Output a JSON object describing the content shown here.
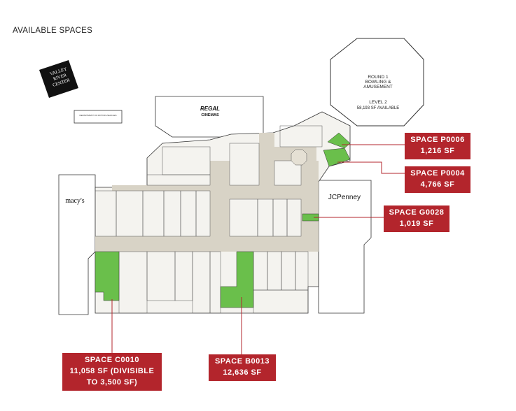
{
  "page": {
    "title": "AVAILABLE SPACES"
  },
  "logo": {
    "line1": "VALLEY",
    "line2": "RIVER",
    "line3": "CENTER"
  },
  "anchors": {
    "macys": "macy's",
    "jcpenney": "JCPenney",
    "regal": "REGAL",
    "regal_sub": "CINEMAS",
    "round1_line1": "ROUND 1",
    "round1_line2": "BOWLING &",
    "round1_line3": "AMUSEMENT",
    "round1_level": "LEVEL 2",
    "round1_sf": "58,193 SF AVAILABLE",
    "dmv": "DEPARTMENT OF MOTOR VEHICLES"
  },
  "callouts": [
    {
      "id": "P0006",
      "line1": "SPACE P0006",
      "line2": "1,216 SF"
    },
    {
      "id": "P0004",
      "line1": "SPACE P0004",
      "line2": "4,766 SF"
    },
    {
      "id": "G0028",
      "line1": "SPACE G0028",
      "line2": "1,019 SF"
    },
    {
      "id": "C0010",
      "line1": "SPACE C0010",
      "line2": "11,058 SF (DIVISIBLE",
      "line3": "TO 3,500 SF)"
    },
    {
      "id": "B0013",
      "line1": "SPACE B0013",
      "line2": "12,636 SF"
    }
  ],
  "colors": {
    "available": "#6abf4b",
    "callout": "#b3252c",
    "corridor": "#d8d3c6",
    "line": "#333333"
  }
}
